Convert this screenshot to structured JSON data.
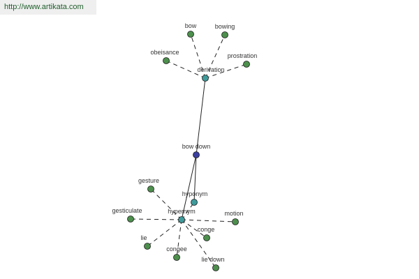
{
  "header": {
    "url": "http://www.artikata.com"
  },
  "colors": {
    "leaf": "#4d8f4d",
    "relation": "#3f9a9a",
    "center": "#3b3f9e",
    "edge": "#222222"
  },
  "nodes": [
    {
      "id": "bow_down",
      "label": "bow down",
      "kind": "center"
    },
    {
      "id": "derivation",
      "label": "derivation",
      "kind": "relation"
    },
    {
      "id": "hyponym",
      "label": "hyponym",
      "kind": "relation"
    },
    {
      "id": "hypernym",
      "label": "hypernym",
      "kind": "relation"
    },
    {
      "id": "bow",
      "label": "bow",
      "kind": "leaf"
    },
    {
      "id": "bowing",
      "label": "bowing",
      "kind": "leaf"
    },
    {
      "id": "obeisance",
      "label": "obeisance",
      "kind": "leaf"
    },
    {
      "id": "prostration",
      "label": "prostration",
      "kind": "leaf"
    },
    {
      "id": "gesture",
      "label": "gesture",
      "kind": "leaf"
    },
    {
      "id": "gesticulate",
      "label": "gesticulate",
      "kind": "leaf"
    },
    {
      "id": "motion",
      "label": "motion",
      "kind": "leaf"
    },
    {
      "id": "conge",
      "label": "conge",
      "kind": "leaf"
    },
    {
      "id": "lie",
      "label": "lie",
      "kind": "leaf"
    },
    {
      "id": "congee",
      "label": "congee",
      "kind": "leaf"
    },
    {
      "id": "lie_down",
      "label": "lie down",
      "kind": "leaf"
    }
  ],
  "edges": [
    {
      "from": "bow_down",
      "to": "derivation",
      "style": "solid"
    },
    {
      "from": "bow_down",
      "to": "hyponym",
      "style": "solid"
    },
    {
      "from": "bow_down",
      "to": "hypernym",
      "style": "solid"
    },
    {
      "from": "derivation",
      "to": "bow",
      "style": "dashed"
    },
    {
      "from": "derivation",
      "to": "bowing",
      "style": "dashed"
    },
    {
      "from": "derivation",
      "to": "obeisance",
      "style": "dashed"
    },
    {
      "from": "derivation",
      "to": "prostration",
      "style": "dashed"
    },
    {
      "from": "hypernym",
      "to": "gesture",
      "style": "dashed"
    },
    {
      "from": "hypernym",
      "to": "gesticulate",
      "style": "dashed"
    },
    {
      "from": "hypernym",
      "to": "motion",
      "style": "dashed"
    },
    {
      "from": "hypernym",
      "to": "conge",
      "style": "dashed"
    },
    {
      "from": "hypernym",
      "to": "lie",
      "style": "dashed"
    },
    {
      "from": "hypernym",
      "to": "congee",
      "style": "dashed"
    },
    {
      "from": "hypernym",
      "to": "lie_down",
      "style": "dashed"
    },
    {
      "from": "hypernym",
      "to": "hyponym",
      "style": "dashed"
    }
  ]
}
